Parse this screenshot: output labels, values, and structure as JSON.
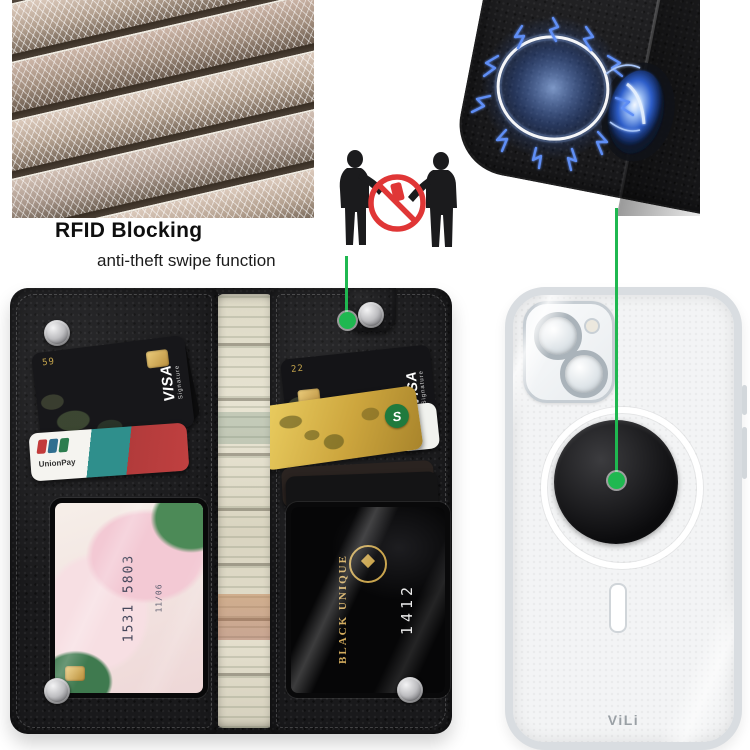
{
  "rfid": {
    "title": "RFID Blocking",
    "subtitle": "anti-theft swipe function"
  },
  "wallet": {
    "card_visa_left": {
      "brand": "VISA",
      "tier": "Signature",
      "digits": "59"
    },
    "card_unionpay": {
      "brand": "UnionPay"
    },
    "card_window_left": {
      "digits": "1531 5803",
      "expiry": "11/06"
    },
    "card_visa_right": {
      "brand": "VISA",
      "tier": "Signature",
      "digits": "22"
    },
    "card_gold": {
      "logo": "S"
    },
    "card_black_unique": {
      "name": "BLACK UNIQUE",
      "digits": "1412"
    }
  },
  "clear_case": {
    "brand": "ViLi"
  },
  "colors": {
    "accent_green": "#1fb850",
    "prohibit_red": "#e03636",
    "electric_blue": "#3f6fd8",
    "leather_dark": "#19191b",
    "gold": "#d8b94e"
  }
}
